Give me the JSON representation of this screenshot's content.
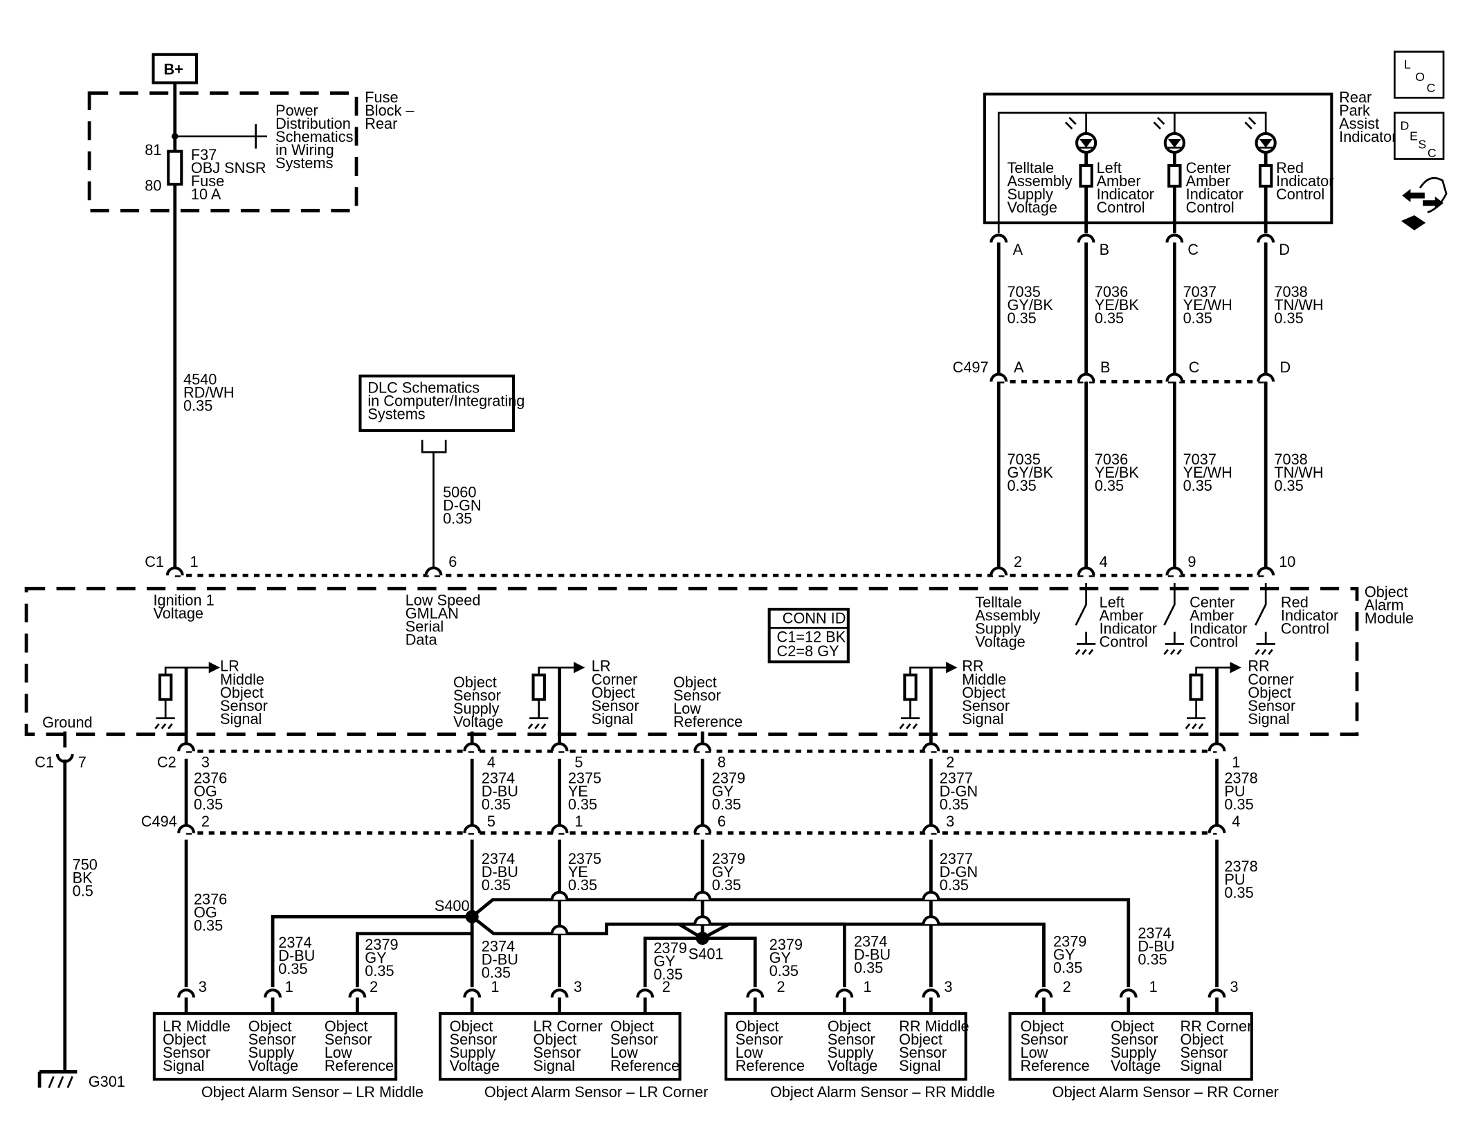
{
  "power": {
    "bplus": "B+"
  },
  "fuse_block": {
    "title": [
      "Fuse",
      "Block –",
      "Rear"
    ],
    "fuse": [
      "F37",
      "OBJ SNSR",
      "Fuse",
      "10 A"
    ],
    "pin_in": "81",
    "pin_out": "80",
    "ref": [
      "Power",
      "Distribution",
      "Schematics",
      "in Wiring",
      "Systems"
    ]
  },
  "dlc_ref": [
    "DLC Schematics",
    "in Computer/Integrating",
    "Systems"
  ],
  "indicator": {
    "title": [
      "Rear",
      "Park",
      "Assist",
      "Indicator"
    ],
    "labels": [
      [
        "Telltale",
        "Assembly",
        "Supply",
        "Voltage"
      ],
      [
        "Left",
        "Amber",
        "Indicator",
        "Control"
      ],
      [
        "Center",
        "Amber",
        "Indicator",
        "Control"
      ],
      [
        "Red",
        "Indicator",
        "Control"
      ]
    ],
    "pins": [
      "A",
      "B",
      "C",
      "D"
    ]
  },
  "c497": {
    "name": "C497",
    "pins": [
      "A",
      "B",
      "C",
      "D"
    ],
    "upper_wires": [
      [
        "7035",
        "GY/BK",
        "0.35"
      ],
      [
        "7036",
        "YE/BK",
        "0.35"
      ],
      [
        "7037",
        "YE/WH",
        "0.35"
      ],
      [
        "7038",
        "TN/WH",
        "0.35"
      ]
    ],
    "lower_wires": [
      [
        "7035",
        "GY/BK",
        "0.35"
      ],
      [
        "7036",
        "YE/BK",
        "0.35"
      ],
      [
        "7037",
        "YE/WH",
        "0.35"
      ],
      [
        "7038",
        "TN/WH",
        "0.35"
      ]
    ]
  },
  "wire_4540": [
    "4540",
    "RD/WH",
    "0.35"
  ],
  "wire_5060": [
    "5060",
    "D-GN",
    "0.35"
  ],
  "module": {
    "title": [
      "Object",
      "Alarm",
      "Module"
    ],
    "c1": "C1",
    "c1_pins": [
      "1",
      "6",
      "2",
      "4",
      "9",
      "10"
    ],
    "c1_labels": [
      [
        "Ignition 1",
        "Voltage"
      ],
      [
        "Low Speed",
        "GMLAN",
        "Serial",
        "Data"
      ],
      [
        "Telltale",
        "Assembly",
        "Supply",
        "Voltage"
      ],
      [
        "Left",
        "Amber",
        "Indicator",
        "Control"
      ],
      [
        "Center",
        "Amber",
        "Indicator",
        "Control"
      ],
      [
        "Red",
        "Indicator",
        "Control"
      ]
    ],
    "conn_id": {
      "title": "CONN ID",
      "lines": [
        "C1=12 BK",
        "C2=8 GY"
      ]
    },
    "ground_label": "Ground",
    "ground_conn": "C1",
    "ground_pin": "7",
    "c2": "C2",
    "c2_pins": [
      "3",
      "4",
      "5",
      "8",
      "2",
      "1"
    ],
    "c2_labels": [
      [
        "LR",
        "Middle",
        "Object",
        "Sensor",
        "Signal"
      ],
      [
        "Object",
        "Sensor",
        "Supply",
        "Voltage"
      ],
      [
        "LR",
        "Corner",
        "Object",
        "Sensor",
        "Signal"
      ],
      [
        "Object",
        "Sensor",
        "Low",
        "Reference"
      ],
      [
        "RR",
        "Middle",
        "Object",
        "Sensor",
        "Signal"
      ],
      [
        "RR",
        "Corner",
        "Object",
        "Sensor",
        "Signal"
      ]
    ]
  },
  "c494": {
    "name": "C494",
    "pins": [
      "2",
      "5",
      "1",
      "6",
      "3",
      "4"
    ]
  },
  "mid_wires": [
    [
      "2376",
      "OG",
      "0.35"
    ],
    [
      "2374",
      "D-BU",
      "0.35"
    ],
    [
      "2375",
      "YE",
      "0.35"
    ],
    [
      "2379",
      "GY",
      "0.35"
    ],
    [
      "2377",
      "D-GN",
      "0.35"
    ],
    [
      "2378",
      "PU",
      "0.35"
    ]
  ],
  "low_wires": [
    [
      "2376",
      "OG",
      "0.35"
    ],
    [
      "2374",
      "D-BU",
      "0.35"
    ],
    [
      "2375",
      "YE",
      "0.35"
    ],
    [
      "2379",
      "GY",
      "0.35"
    ],
    [
      "2377",
      "D-GN",
      "0.35"
    ],
    [
      "2378",
      "PU",
      "0.35"
    ]
  ],
  "ground_wire": [
    "750",
    "BK",
    "0.5"
  ],
  "ground_id": "G301",
  "splices": [
    "S400",
    "S401"
  ],
  "branch_wires": {
    "bu": [
      "2374",
      "D-BU",
      "0.35"
    ],
    "gy": [
      "2379",
      "GY",
      "0.35"
    ]
  },
  "sensors": [
    {
      "title": "Object Alarm Sensor – LR Middle",
      "pins": [
        "3",
        "1",
        "2"
      ],
      "labels": [
        [
          "LR Middle",
          "Object",
          "Sensor",
          "Signal"
        ],
        [
          "Object",
          "Sensor",
          "Supply",
          "Voltage"
        ],
        [
          "Object",
          "Sensor",
          "Low",
          "Reference"
        ]
      ]
    },
    {
      "title": "Object Alarm Sensor – LR Corner",
      "pins": [
        "1",
        "3",
        "2"
      ],
      "labels": [
        [
          "Object",
          "Sensor",
          "Supply",
          "Voltage"
        ],
        [
          "LR Corner",
          "Object",
          "Sensor",
          "Signal"
        ],
        [
          "Object",
          "Sensor",
          "Low",
          "Reference"
        ]
      ]
    },
    {
      "title": "Object Alarm Sensor – RR Middle",
      "pins": [
        "2",
        "1",
        "3"
      ],
      "labels": [
        [
          "Object",
          "Sensor",
          "Low",
          "Reference"
        ],
        [
          "Object",
          "Sensor",
          "Supply",
          "Voltage"
        ],
        [
          "RR Middle",
          "Object",
          "Sensor",
          "Signal"
        ]
      ]
    },
    {
      "title": "Object Alarm Sensor – RR Corner",
      "pins": [
        "2",
        "1",
        "3"
      ],
      "labels": [
        [
          "Object",
          "Sensor",
          "Low",
          "Reference"
        ],
        [
          "Object",
          "Sensor",
          "Supply",
          "Voltage"
        ],
        [
          "RR Corner",
          "Object",
          "Sensor",
          "Signal"
        ]
      ]
    }
  ],
  "nav": {
    "loc": [
      "L",
      "O",
      "C"
    ],
    "desc": [
      "D",
      "E",
      "S",
      "C"
    ]
  }
}
